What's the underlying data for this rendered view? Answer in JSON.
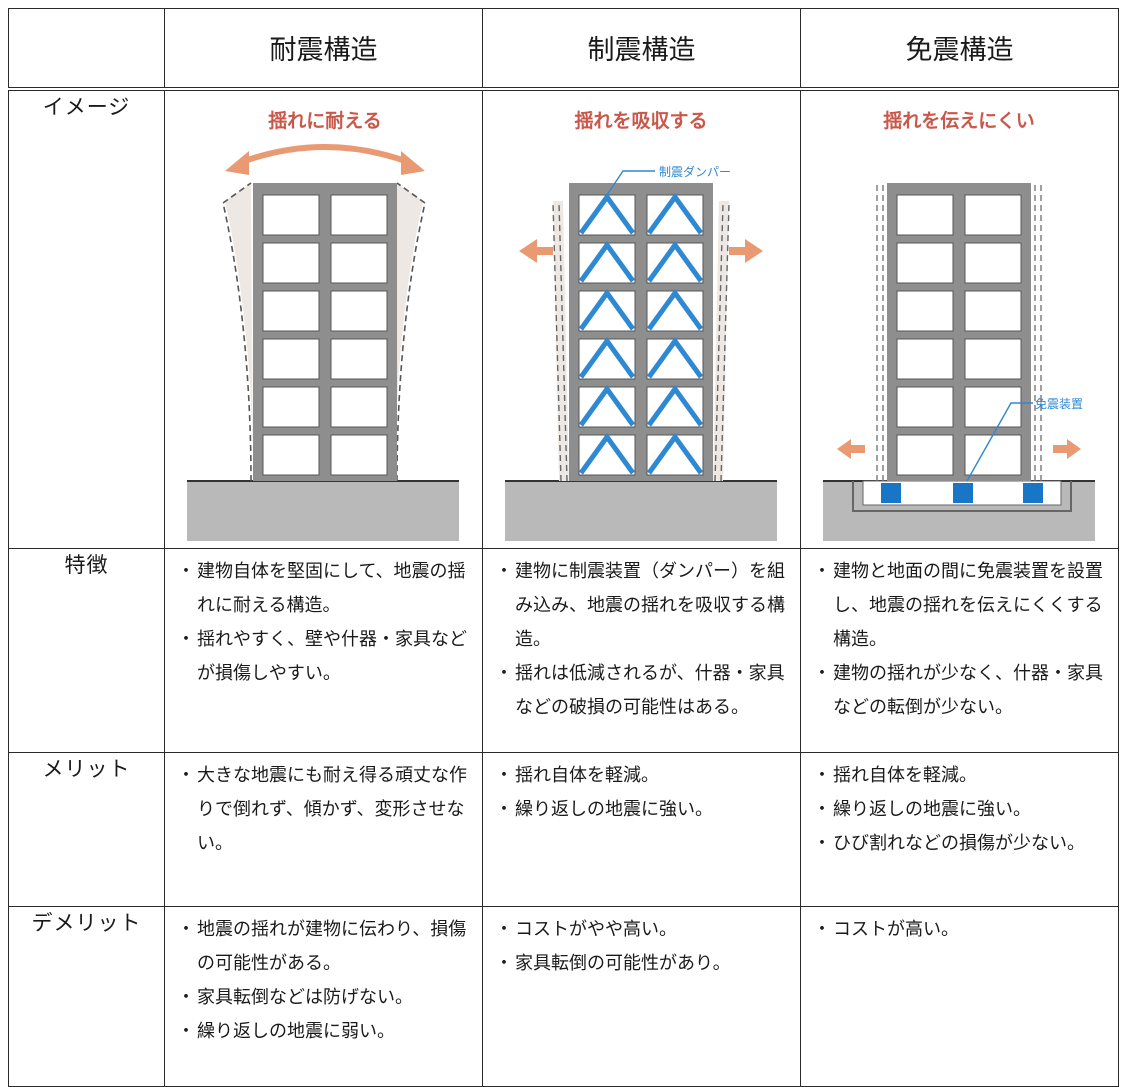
{
  "header": {
    "corner": "",
    "col1": "耐震構造",
    "col2": "制震構造",
    "col3": "免震構造"
  },
  "rows": {
    "image": "イメージ",
    "feature": "特徴",
    "merit": "メリット",
    "demerit": "デメリット"
  },
  "images": {
    "taishin": {
      "caption": "揺れに耐える"
    },
    "seishin": {
      "caption": "揺れを吸収する",
      "label": "制震ダンパー"
    },
    "menshin": {
      "caption": "揺れを伝えにくい",
      "label": "免震装置"
    }
  },
  "colors": {
    "caption_red": "#c9574a",
    "arrow_orange": "#e99a72",
    "building_gray": "#8e8e8e",
    "damper_blue": "#2f88d2",
    "isolator_blue": "#1976c7",
    "ground_gray": "#b9b9b9"
  },
  "features": {
    "taishin": [
      "建物自体を堅固にして、地震の揺れに耐える構造。",
      "揺れやすく、壁や什器・家具などが損傷しやすい。"
    ],
    "seishin": [
      "建物に制震装置（ダンパー）を組み込み、地震の揺れを吸収する構造。",
      "揺れは低減されるが、什器・家具などの破損の可能性はある。"
    ],
    "menshin": [
      "建物と地面の間に免震装置を設置し、地震の揺れを伝えにくくする構造。",
      "建物の揺れが少なく、什器・家具などの転倒が少ない。"
    ]
  },
  "merits": {
    "taishin": [
      "大きな地震にも耐え得る頑丈な作りで倒れず、傾かず、変形させない。"
    ],
    "seishin": [
      "揺れ自体を軽減。",
      "繰り返しの地震に強い。"
    ],
    "menshin": [
      "揺れ自体を軽減。",
      "繰り返しの地震に強い。",
      "ひび割れなどの損傷が少ない。"
    ]
  },
  "demerits": {
    "taishin": [
      "地震の揺れが建物に伝わり、損傷の可能性がある。",
      "家具転倒などは防げない。",
      "繰り返しの地震に弱い。"
    ],
    "seishin": [
      "コストがやや高い。",
      "家具転倒の可能性があり。"
    ],
    "menshin": [
      "コストが高い。"
    ]
  }
}
